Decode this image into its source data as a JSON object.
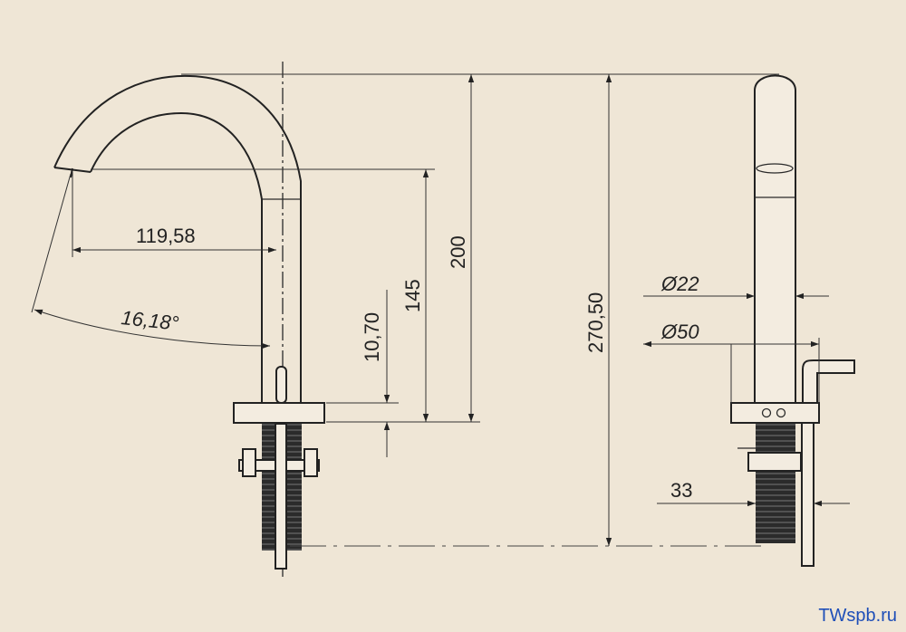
{
  "dimensions": {
    "spout_reach": "119,58",
    "spout_angle": "16,18°",
    "base_thickness": "10,70",
    "outlet_height": "145",
    "top_height": "200",
    "total_height": "270,50",
    "body_diameter": "Ø22",
    "base_diameter": "Ø50",
    "hose_offset": "33"
  },
  "watermark": "TWspb.ru",
  "colors": {
    "paper": "#efe6d6",
    "ink": "#222222",
    "watermark": "#1f4fb8"
  }
}
